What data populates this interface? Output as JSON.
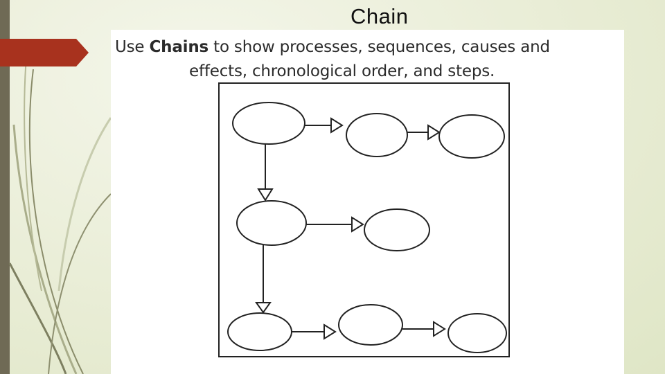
{
  "slide": {
    "title": "Chain"
  },
  "caption": {
    "prefix": "Use ",
    "keyword": "Chains",
    "line1_rest": " to show processes, sequences, causes and",
    "line2": "effects, chronological order, and steps."
  },
  "colors": {
    "accent": "#a8321e",
    "side_bar": "#6f6a55",
    "background": "#e9edd6"
  },
  "diagram": {
    "type": "chain",
    "nodes": [
      "row1-a",
      "row1-b",
      "row1-c",
      "row2-a",
      "row2-b",
      "row3-a",
      "row3-b",
      "row3-c"
    ],
    "edges": [
      [
        "row1-a",
        "row1-b"
      ],
      [
        "row1-b",
        "row1-c"
      ],
      [
        "row1-a",
        "row2-a"
      ],
      [
        "row2-a",
        "row2-b"
      ],
      [
        "row2-a",
        "row3-a"
      ],
      [
        "row3-a",
        "row3-b"
      ],
      [
        "row3-b",
        "row3-c"
      ]
    ]
  }
}
